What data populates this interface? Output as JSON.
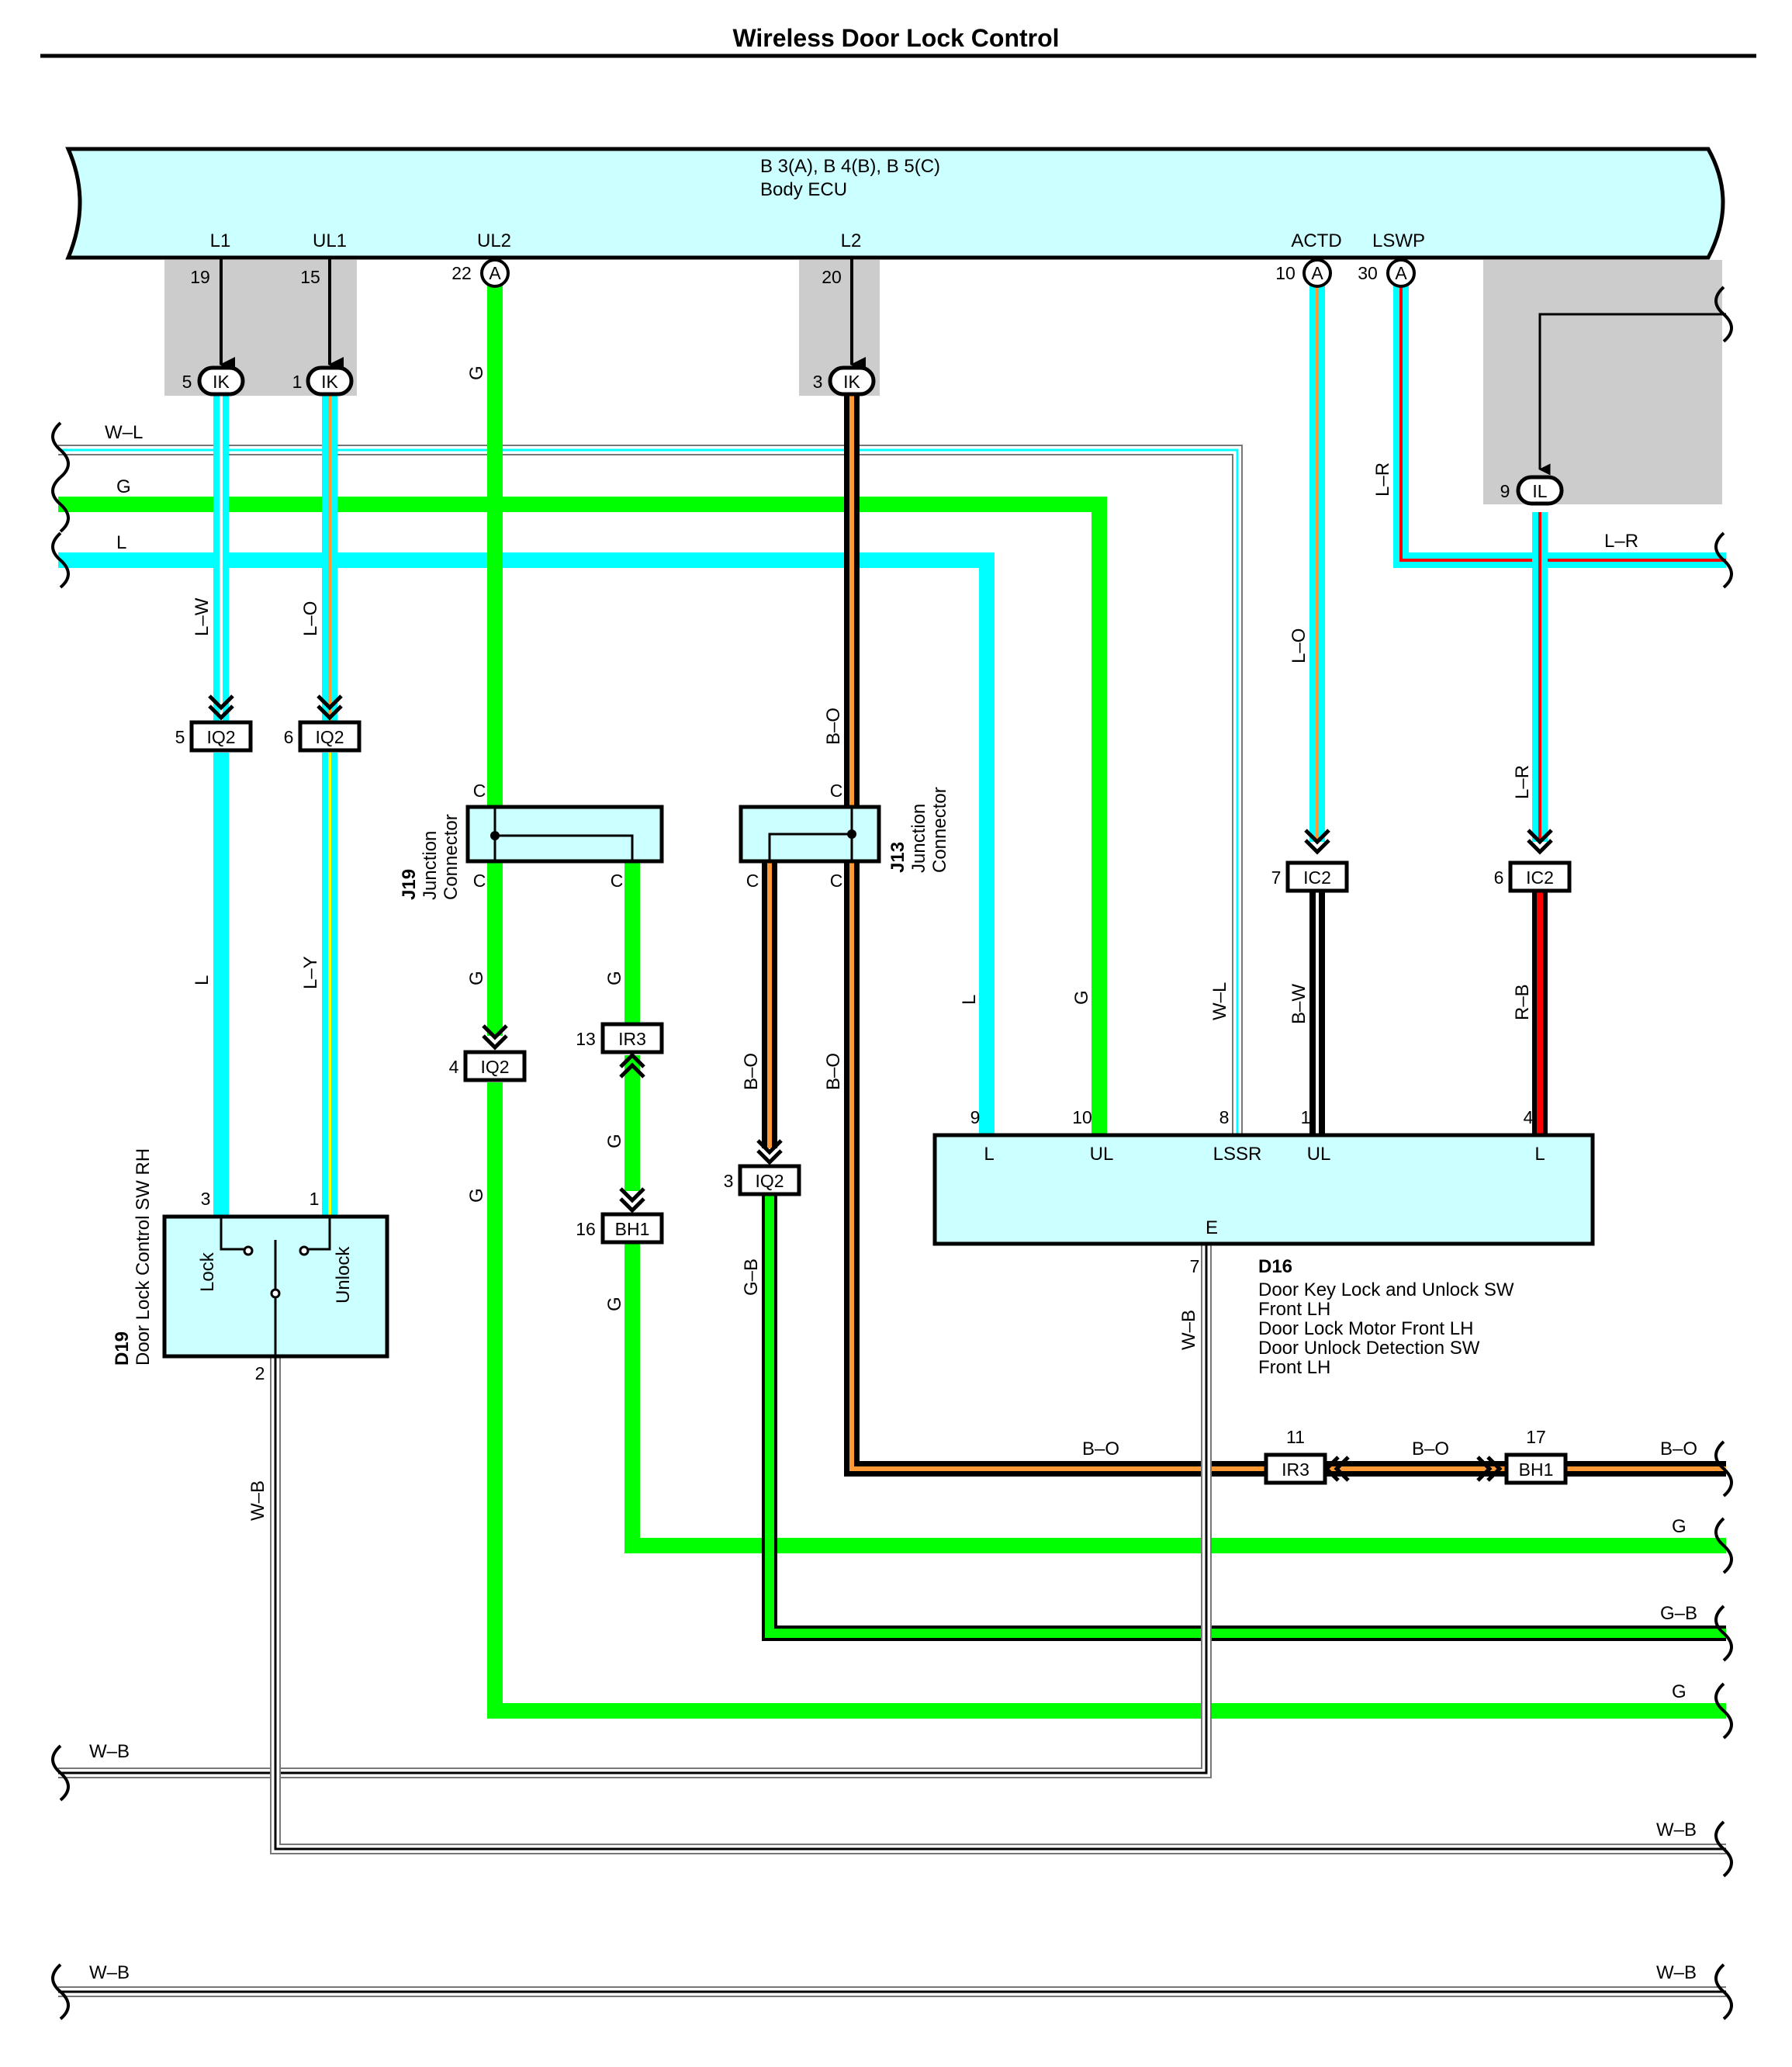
{
  "title": "Wireless Door Lock Control",
  "colors": {
    "G": "#00ff00",
    "L": "#00ffff",
    "O": "#ff9933",
    "R": "#ff0000",
    "Y": "#ffff00",
    "B": "#000000",
    "W": "#ffffff",
    "ecu_fill": "#ccffff",
    "shade": "#cccccc"
  },
  "ecu": {
    "connectors": "B 3(A), B 4(B), B 5(C)",
    "name": "Body ECU",
    "pins": [
      {
        "name": "L1",
        "num": "19"
      },
      {
        "name": "UL1",
        "num": "15"
      },
      {
        "name": "UL2",
        "num": "22",
        "conn": "A"
      },
      {
        "name": "L2",
        "num": "20"
      },
      {
        "name": "ACTD",
        "num": "10",
        "conn": "A"
      },
      {
        "name": "LSWP",
        "num": "30",
        "conn": "A"
      }
    ]
  },
  "connectors": {
    "ik": [
      "IK",
      "IK",
      "IK"
    ],
    "ik_pins": [
      "5",
      "1",
      "3"
    ],
    "il": "IL",
    "il_pin": "9",
    "iq2": [
      "IQ2",
      "IQ2",
      "IQ2",
      "IQ2"
    ],
    "iq2_pins": [
      "5",
      "6",
      "4",
      "3"
    ],
    "ic2": [
      "IC2",
      "IC2"
    ],
    "ic2_pins": [
      "7",
      "6"
    ],
    "ir3": [
      "IR3",
      "IR3"
    ],
    "ir3_pins": [
      "13",
      "11"
    ],
    "bh1": [
      "BH1",
      "BH1"
    ],
    "bh1_pins": [
      "16",
      "17"
    ]
  },
  "junctions": {
    "j19_code": "J19",
    "j19_name": [
      "Junction",
      "Connector"
    ],
    "j13_code": "J13",
    "j13_name": [
      "Junction",
      "Connector"
    ],
    "pin_c": "C"
  },
  "wires": {
    "wl": "W–L",
    "g": "G",
    "l": "L",
    "lw": "L–W",
    "lo": "L–O",
    "ly": "L–Y",
    "bo": "B–O",
    "lr": "L–R",
    "bw": "B–W",
    "rb": "R–B",
    "gb": "G–B",
    "wb": "W–B"
  },
  "d19": {
    "code": "D19",
    "name": "Door Lock Control SW RH",
    "lock": "Lock",
    "unlock": "Unlock",
    "pins": [
      "3",
      "1",
      "2"
    ]
  },
  "d16": {
    "code": "D16",
    "desc": [
      "Door Key Lock and Unlock SW",
      "Front LH",
      "Door Lock Motor Front LH",
      "Door Unlock Detection SW",
      "Front LH"
    ],
    "pins": [
      {
        "num": "9",
        "name": "L"
      },
      {
        "num": "10",
        "name": "UL"
      },
      {
        "num": "8",
        "name": "LSSR"
      },
      {
        "num": "1",
        "name": "UL"
      },
      {
        "num": "4",
        "name": "L"
      }
    ],
    "ground_pin": "7",
    "ground_name": "E"
  }
}
